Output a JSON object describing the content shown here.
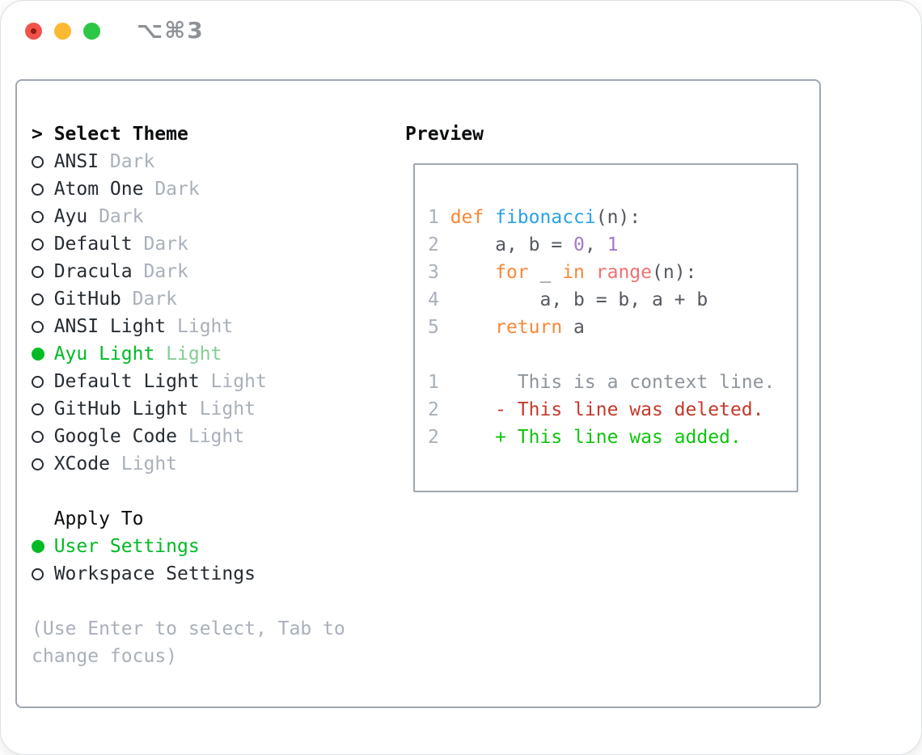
{
  "titlebar": {
    "shortcut": "⌥⌘3",
    "buttons": [
      "close",
      "minimize",
      "zoom"
    ]
  },
  "select_theme": {
    "prompt": ">",
    "title": "Select Theme"
  },
  "themes": [
    {
      "name": "ANSI",
      "variant": "Dark",
      "selected": false
    },
    {
      "name": "Atom One",
      "variant": "Dark",
      "selected": false
    },
    {
      "name": "Ayu",
      "variant": "Dark",
      "selected": false
    },
    {
      "name": "Default",
      "variant": "Dark",
      "selected": false
    },
    {
      "name": "Dracula",
      "variant": "Dark",
      "selected": false
    },
    {
      "name": "GitHub",
      "variant": "Dark",
      "selected": false
    },
    {
      "name": "ANSI Light",
      "variant": "Light",
      "selected": false
    },
    {
      "name": "Ayu Light",
      "variant": "Light",
      "selected": true
    },
    {
      "name": "Default Light",
      "variant": "Light",
      "selected": false
    },
    {
      "name": "GitHub Light",
      "variant": "Light",
      "selected": false
    },
    {
      "name": "Google Code",
      "variant": "Light",
      "selected": false
    },
    {
      "name": "XCode",
      "variant": "Light",
      "selected": false
    }
  ],
  "apply_to": {
    "title": "Apply To",
    "options": [
      {
        "label": "User Settings",
        "selected": true
      },
      {
        "label": "Workspace Settings",
        "selected": false
      }
    ]
  },
  "footer": {
    "line1": "(Use Enter to select, Tab to",
    "line2": "change focus)"
  },
  "preview": {
    "title": "Preview",
    "code_lines": [
      [
        [
          "1 ",
          "num"
        ],
        [
          "def",
          "kw"
        ],
        [
          " ",
          "fg"
        ],
        [
          "fibonacci",
          "fn"
        ],
        [
          "(n):",
          "fg"
        ]
      ],
      [
        [
          "2 ",
          "num"
        ],
        [
          "    a, b = ",
          "fg"
        ],
        [
          "0",
          "const"
        ],
        [
          ", ",
          "fg"
        ],
        [
          "1",
          "const"
        ]
      ],
      [
        [
          "3 ",
          "num"
        ],
        [
          "    ",
          "fg"
        ],
        [
          "for",
          "kw"
        ],
        [
          " _ ",
          "fg"
        ],
        [
          "in",
          "kw"
        ],
        [
          " ",
          "fg"
        ],
        [
          "range",
          "builtin"
        ],
        [
          "(n):",
          "fg"
        ]
      ],
      [
        [
          "4 ",
          "num"
        ],
        [
          "        a, b = b, a + b",
          "fg"
        ]
      ],
      [
        [
          "5 ",
          "num"
        ],
        [
          "    ",
          "fg"
        ],
        [
          "return",
          "kw"
        ],
        [
          " a",
          "fg"
        ]
      ]
    ],
    "diff_lines": [
      [
        [
          "1",
          "num"
        ],
        [
          "       ",
          "fg"
        ],
        [
          "This is a context line.",
          "ctx"
        ]
      ],
      [
        [
          "2",
          "num"
        ],
        [
          "     ",
          "fg"
        ],
        [
          "- This line was deleted.",
          "del"
        ]
      ],
      [
        [
          "2",
          "num"
        ],
        [
          "     ",
          "fg"
        ],
        [
          "+ This line was added.",
          "add"
        ]
      ]
    ]
  },
  "colors": {
    "green": "#00ba26",
    "green_pale": "#85cd95",
    "red_del": "#c43a2b",
    "green_add": "#0fc40f",
    "kw": "#f8883a",
    "fn": "#2aa2e8",
    "cons": "#a37acc",
    "builtin": "#f07171",
    "codefg": "#55595f",
    "dark": "#262c33",
    "dark_black": "#0b0d0f",
    "muted": "#a9b0bb",
    "ctx": "#8e959d",
    "border": "#9fa7b1",
    "tl_red": "#f0534b",
    "tl_red_dot": "#8e1d12",
    "tl_yellow": "#fbb831",
    "tl_green": "#2cc744",
    "title_gray": "#8e9298"
  }
}
